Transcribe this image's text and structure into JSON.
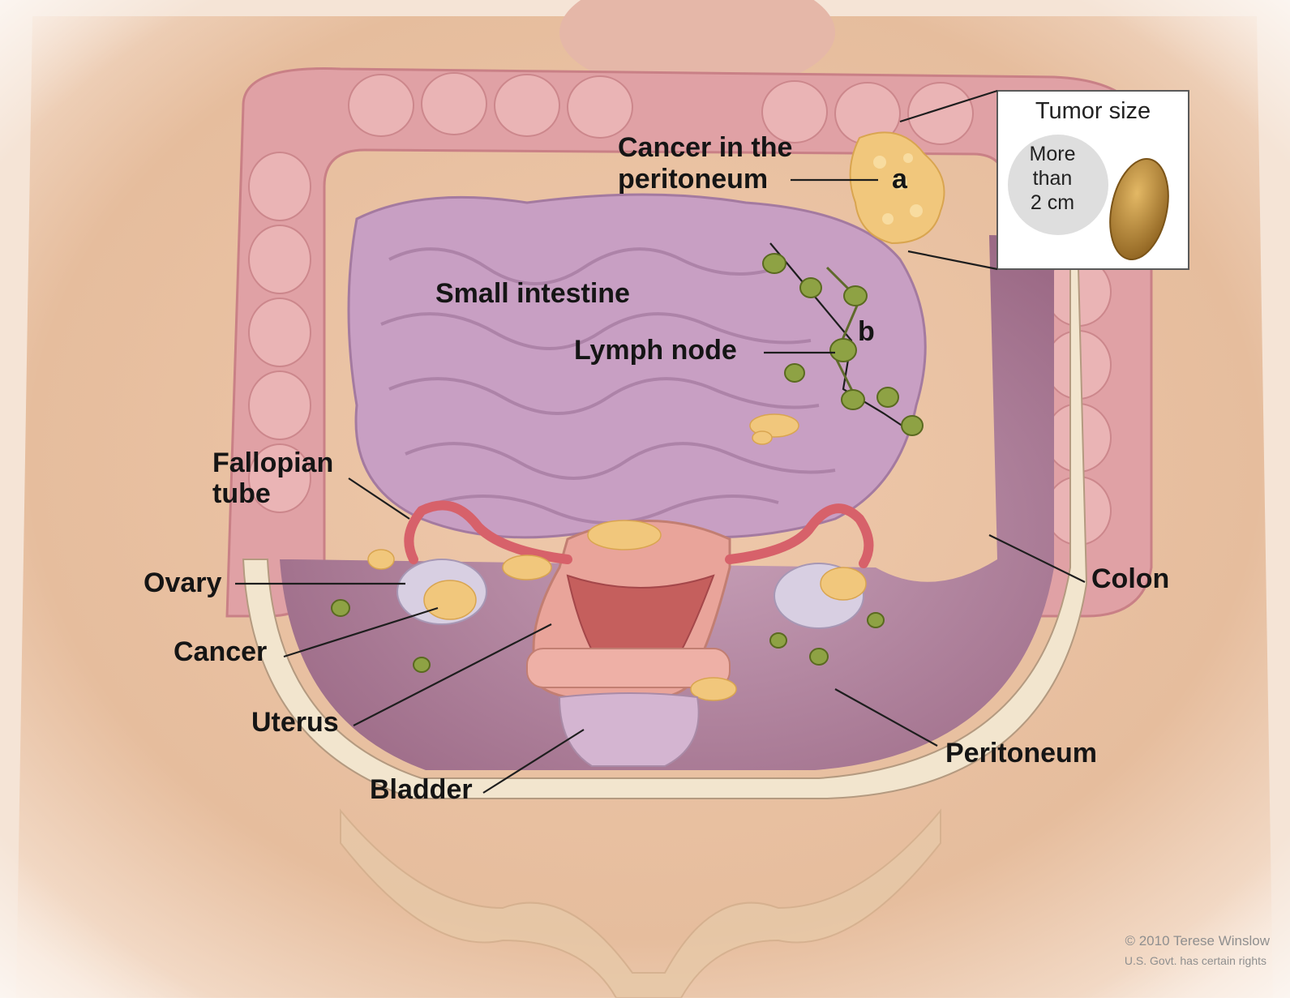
{
  "labels": {
    "cancer_in_peritoneum_line1": "Cancer in the",
    "cancer_in_peritoneum_line2": "peritoneum",
    "marker_a": "a",
    "small_intestine": "Small intestine",
    "lymph_node": "Lymph node",
    "marker_b": "b",
    "fallopian_tube_line1": "Fallopian",
    "fallopian_tube_line2": "tube",
    "ovary": "Ovary",
    "cancer": "Cancer",
    "uterus": "Uterus",
    "bladder": "Bladder",
    "colon": "Colon",
    "peritoneum": "Peritoneum"
  },
  "tumor_size_box": {
    "title": "Tumor size",
    "line1": "More",
    "line2": "than",
    "line3": "2 cm"
  },
  "credit": {
    "line1": "© 2010 Terese Winslow",
    "line2": "U.S. Govt. has certain rights"
  },
  "colors": {
    "skin": "#e8c0a0",
    "cavity": "#b98aa4",
    "colon": "#e3a4a8",
    "intestine": "#c9a0c4",
    "peritoneum_band": "#f3e6cf",
    "tumor": "#f1c77c",
    "lymph": "#8fa34a",
    "uterus": "#e9a49a",
    "nodule": "#b5862e"
  },
  "icons": {
    "tumor_nodule": "tumor-nodule-icon"
  }
}
